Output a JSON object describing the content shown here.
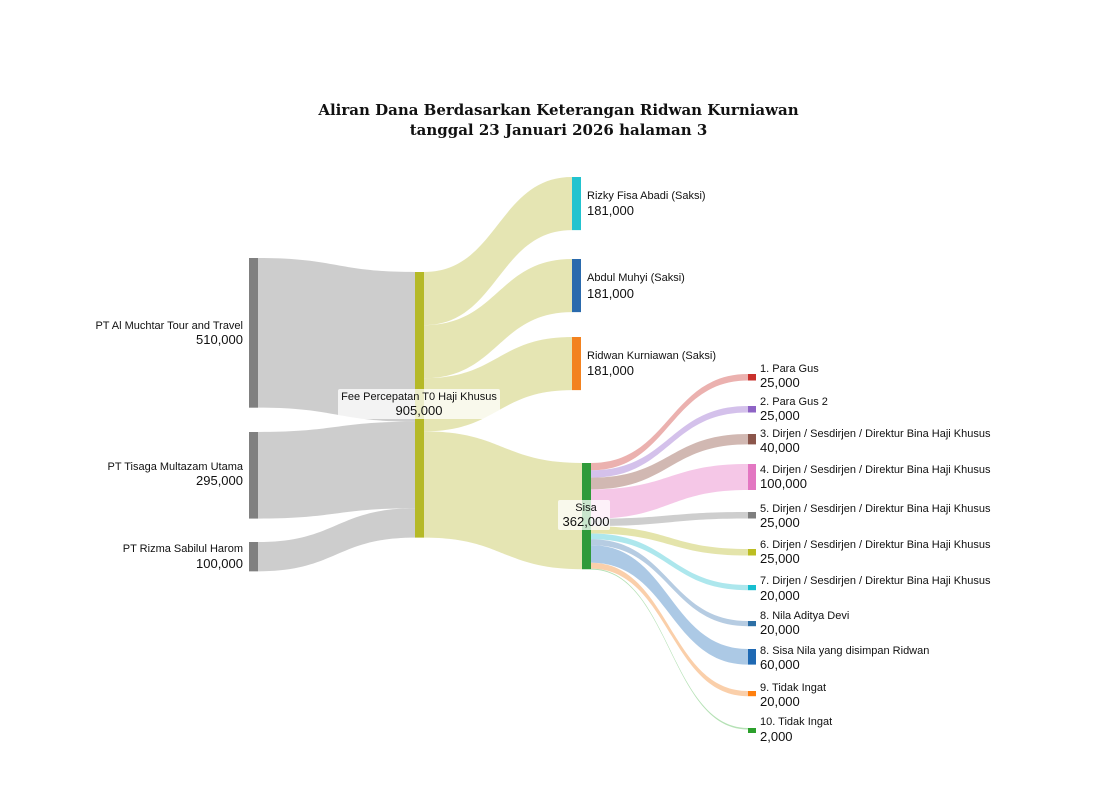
{
  "title_line1": "Aliran Dana Berdasarkan Keterangan Ridwan Kurniawan",
  "title_line2": "tanggal 23 Januari 2026 halaman 3",
  "chart_data": {
    "type": "sankey",
    "nodes": [
      {
        "id": "src1",
        "label": "PT Al Muchtar Tour and Travel",
        "value": "510,000",
        "color": "#808080"
      },
      {
        "id": "src2",
        "label": "PT Tisaga Multazam Utama",
        "value": "295,000",
        "color": "#808080"
      },
      {
        "id": "src3",
        "label": "PT Rizma Sabilul Harom",
        "value": "100,000",
        "color": "#808080"
      },
      {
        "id": "fee",
        "label": "Fee Percepatan T0 Haji Khusus",
        "value": "905,000",
        "color": "#b5b927"
      },
      {
        "id": "w1",
        "label": "Rizky Fisa Abadi (Saksi)",
        "value": "181,000",
        "color": "#22c3cf"
      },
      {
        "id": "w2",
        "label": "Abdul Muhyi (Saksi)",
        "value": "181,000",
        "color": "#2a6aad"
      },
      {
        "id": "w3",
        "label": "Ridwan Kurniawan (Saksi)",
        "value": "181,000",
        "color": "#f3821f"
      },
      {
        "id": "sisa",
        "label": "Sisa",
        "value": "362,000",
        "color": "#2f9a3a"
      },
      {
        "id": "r1",
        "label": "1. Para Gus",
        "value": "25,000",
        "color": "#c9302c"
      },
      {
        "id": "r2",
        "label": "2. Para Gus 2",
        "value": "25,000",
        "color": "#8e63c5"
      },
      {
        "id": "r3",
        "label": "3. Dirjen / Sesdirjen / Direktur Bina Haji Khusus",
        "value": "40,000",
        "color": "#8b564b"
      },
      {
        "id": "r4",
        "label": "4. Dirjen / Sesdirjen / Direktur Bina Haji Khusus",
        "value": "100,000",
        "color": "#e377c2"
      },
      {
        "id": "r5",
        "label": "5. Dirjen / Sesdirjen / Direktur Bina Haji Khusus",
        "value": "25,000",
        "color": "#7f7f7f"
      },
      {
        "id": "r6",
        "label": "6. Dirjen / Sesdirjen / Direktur Bina Haji Khusus",
        "value": "25,000",
        "color": "#bcbd22"
      },
      {
        "id": "r7",
        "label": "7. Dirjen / Sesdirjen / Direktur Bina Haji Khusus",
        "value": "20,000",
        "color": "#17becf"
      },
      {
        "id": "r8",
        "label": "8. Nila Aditya Devi",
        "value": "20,000",
        "color": "#2c6fa5"
      },
      {
        "id": "r9",
        "label": "8. Sisa Nila yang disimpan Ridwan",
        "value": "60,000",
        "color": "#1f69b3"
      },
      {
        "id": "r10",
        "label": "9. Tidak Ingat",
        "value": "20,000",
        "color": "#ff7f0e"
      },
      {
        "id": "r11",
        "label": "10. Tidak Ingat",
        "value": "2,000",
        "color": "#2ca02c"
      }
    ],
    "links": [
      {
        "source": "src1",
        "target": "fee",
        "value": 510000,
        "color": "#c4c4c4"
      },
      {
        "source": "src2",
        "target": "fee",
        "value": 295000,
        "color": "#c4c4c4"
      },
      {
        "source": "src3",
        "target": "fee",
        "value": 100000,
        "color": "#c4c4c4"
      },
      {
        "source": "fee",
        "target": "w1",
        "value": 181000,
        "color": "#e0e0a6"
      },
      {
        "source": "fee",
        "target": "w2",
        "value": 181000,
        "color": "#e0e0a6"
      },
      {
        "source": "fee",
        "target": "w3",
        "value": 181000,
        "color": "#e0e0a6"
      },
      {
        "source": "fee",
        "target": "sisa",
        "value": 362000,
        "color": "#e0e0a6"
      },
      {
        "source": "sisa",
        "target": "r1",
        "value": 25000,
        "color": "#e8a3a1"
      },
      {
        "source": "sisa",
        "target": "r2",
        "value": 25000,
        "color": "#cdb6e8"
      },
      {
        "source": "sisa",
        "target": "r3",
        "value": 40000,
        "color": "#c9aca5"
      },
      {
        "source": "sisa",
        "target": "r4",
        "value": 100000,
        "color": "#f3bde3"
      },
      {
        "source": "sisa",
        "target": "r5",
        "value": 25000,
        "color": "#c6c6c6"
      },
      {
        "source": "sisa",
        "target": "r6",
        "value": 25000,
        "color": "#dfdf9c"
      },
      {
        "source": "sisa",
        "target": "r7",
        "value": 20000,
        "color": "#9fe3ea"
      },
      {
        "source": "sisa",
        "target": "r8",
        "value": 20000,
        "color": "#a9c3dd"
      },
      {
        "source": "sisa",
        "target": "r9",
        "value": 60000,
        "color": "#9dbfe0"
      },
      {
        "source": "sisa",
        "target": "r10",
        "value": 20000,
        "color": "#f9c79b"
      },
      {
        "source": "sisa",
        "target": "r11",
        "value": 2000,
        "color": "#a8dca8"
      }
    ]
  }
}
